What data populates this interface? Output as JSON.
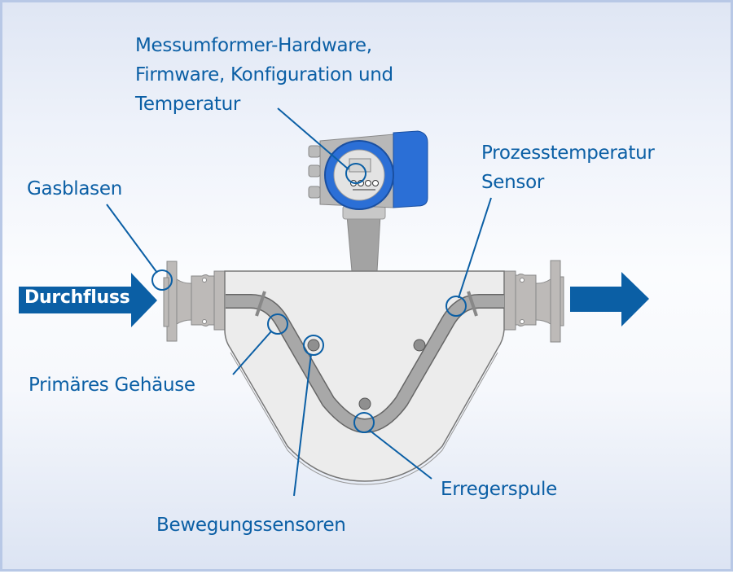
{
  "diagram": {
    "title": "Coriolis-Durchflussmessgerät Komponenten",
    "colors": {
      "accent": "#0b5fa5",
      "housing": "#ececec",
      "metal": "#bdbab8",
      "tube": "#a8a8a8",
      "transmitter_blue": "#2b6fd6"
    },
    "flow_label": "Durchfluss",
    "labels": {
      "transmitter_line1": "Messumformer-Hardware,",
      "transmitter_line2": "Firmware, Konfiguration und",
      "transmitter_line3": "Temperatur",
      "gas_bubbles": "Gasblasen",
      "process_temp_line1": "Prozesstemperatur",
      "process_temp_line2": "Sensor",
      "primary_housing": "Primäres Gehäuse",
      "exciter_coil": "Erregerspule",
      "motion_sensors": "Bewegungssensoren"
    }
  }
}
